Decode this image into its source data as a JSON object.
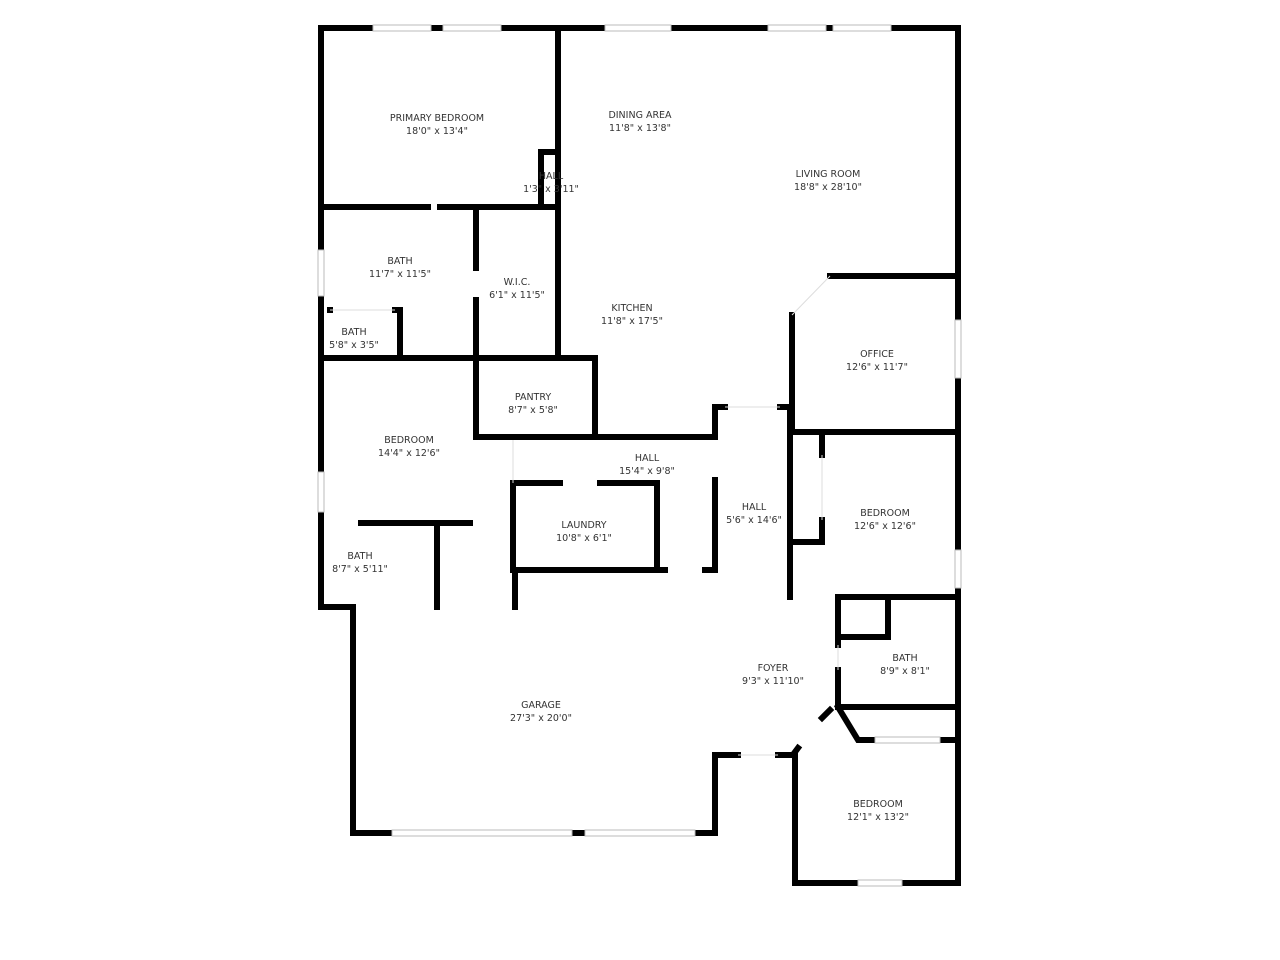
{
  "rooms": [
    {
      "name": "PRIMARY BEDROOM",
      "size": "18'0\" x 13'4\""
    },
    {
      "name": "DINING AREA",
      "size": "11'8\" x 13'8\""
    },
    {
      "name": "HALL",
      "size": "1'3\" x 3'11\""
    },
    {
      "name": "LIVING ROOM",
      "size": "18'8\" x 28'10\""
    },
    {
      "name": "BATH",
      "size": "11'7\" x 11'5\""
    },
    {
      "name": "W.I.C.",
      "size": "6'1\" x 11'5\""
    },
    {
      "name": "KITCHEN",
      "size": "11'8\" x 17'5\""
    },
    {
      "name": "BATH",
      "size": "5'8\" x 3'5\""
    },
    {
      "name": "OFFICE",
      "size": "12'6\" x 11'7\""
    },
    {
      "name": "PANTRY",
      "size": "8'7\" x 5'8\""
    },
    {
      "name": "BEDROOM",
      "size": "14'4\" x 12'6\""
    },
    {
      "name": "HALL",
      "size": "15'4\" x 9'8\""
    },
    {
      "name": "HALL",
      "size": "5'6\" x 14'6\""
    },
    {
      "name": "BEDROOM",
      "size": "12'6\" x 12'6\""
    },
    {
      "name": "LAUNDRY",
      "size": "10'8\" x 6'1\""
    },
    {
      "name": "BATH",
      "size": "8'7\" x 5'11\""
    },
    {
      "name": "FOYER",
      "size": "9'3\" x 11'10\""
    },
    {
      "name": "BATH",
      "size": "8'9\" x 8'1\""
    },
    {
      "name": "GARAGE",
      "size": "27'3\" x 20'0\""
    },
    {
      "name": "BEDROOM",
      "size": "12'1\" x 13'2\""
    }
  ]
}
